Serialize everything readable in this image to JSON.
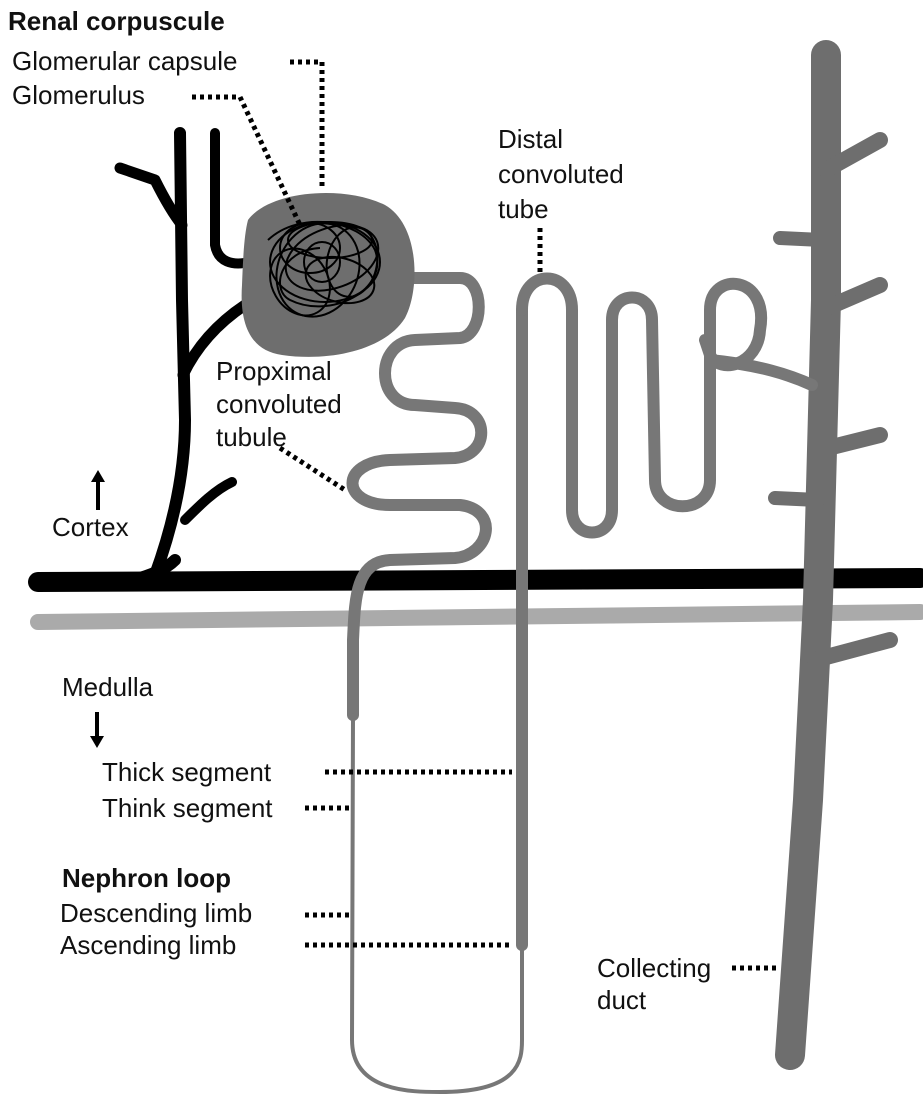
{
  "labels": {
    "renal_corpuscule": "Renal corpuscule",
    "glomerular_capsule": "Glomerular capsule",
    "glomerulus": "Glomerulus",
    "distal": "Distal\nconvoluted\ntube",
    "proximal": "Propximal\nconvoluted\ntubule",
    "cortex": "Cortex",
    "medulla": "Medulla",
    "thick_segment": "Thick segment",
    "thin_segment": "Think segment",
    "nephron_loop": "Nephron loop",
    "descending_limb": "Descending limb",
    "ascending_limb": "Ascending limb",
    "collecting_duct": "Collecting\nduct"
  },
  "colors": {
    "vessel": "#000000",
    "tubule": "#777777",
    "capsule": "#6e6e6e",
    "medulla_band": "#aaaaaa",
    "text": "#111111"
  }
}
